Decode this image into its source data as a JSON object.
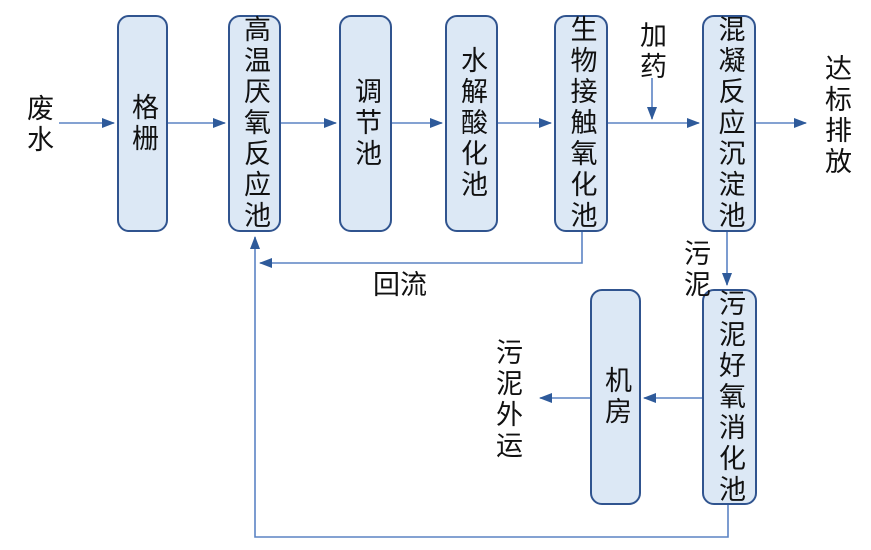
{
  "colors": {
    "box_fill": "#dce8f5",
    "box_border": "#30548f",
    "connector": "#5b84c4",
    "arrowhead": "#2e5a9a",
    "text": "#111111"
  },
  "nodes": {
    "screen": {
      "label": "格栅"
    },
    "anaerobic": {
      "label": "高温厌氧反应池"
    },
    "regulating": {
      "label": "调节池"
    },
    "hydrolysis": {
      "label": "水解酸化池"
    },
    "bio_contact": {
      "label": "生物接触氧化池"
    },
    "coagulation": {
      "label": "混凝反应沉淀池"
    },
    "machine_room": {
      "label": "机房"
    },
    "sludge_digestion": {
      "label": "污泥好氧消化池"
    }
  },
  "labels": {
    "wastewater": "废水",
    "dosing": "加药",
    "discharge": "达标排放",
    "sludge": "污泥",
    "reflux": "回流",
    "sludge_out": "污泥外运"
  }
}
